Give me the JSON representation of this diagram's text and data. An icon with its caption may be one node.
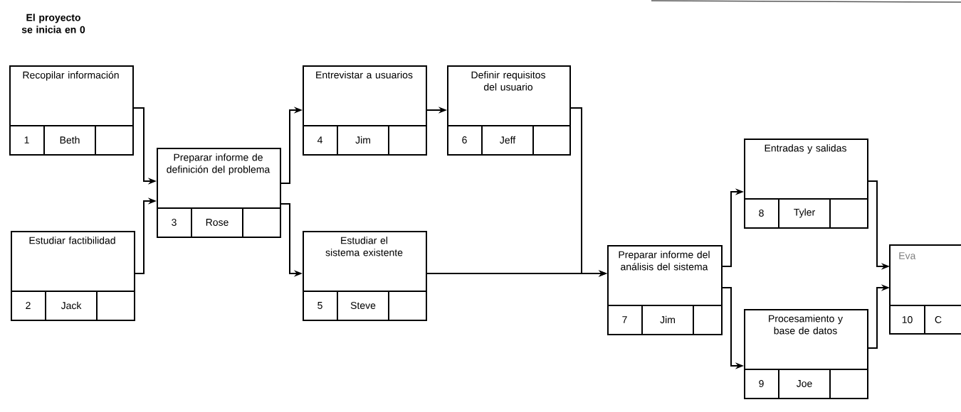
{
  "diagram": {
    "nodes": [
      {
        "text": [
          "Recopilar información",
          "1",
          "Beth"
        ]
      },
      {
        "text": [
          "Estudiar factibilidad",
          "2",
          "Jack"
        ]
      },
      {
        "text": [
          "Preparar informe de definición del problema",
          "3",
          "Rose"
        ]
      },
      {
        "text": [
          "Entrevistar a usuarios",
          "4",
          "Jim"
        ]
      },
      {
        "text": [
          "Estudiar el sistema existente",
          "5",
          "Steve"
        ]
      },
      {
        "text": [
          "Definir requisitos del usuario",
          "6",
          "Jeff"
        ]
      },
      {
        "text": [
          "Preparar informe del análisis del sistema",
          "7",
          "Jim"
        ]
      },
      {
        "text": [
          "Entradas y salidas",
          "8",
          "Tyler"
        ]
      },
      {
        "text": [
          "Procesamiento y base de datos",
          "9",
          "Joe"
        ]
      },
      {
        "text": [
          "Eva",
          "10",
          "C"
        ]
      }
    ],
    "edges": [
      {
        "from": 0,
        "to": 2,
        "arrow": "to"
      },
      {
        "from": 1,
        "to": 2,
        "arrow": "to"
      },
      {
        "from": 2,
        "to": 3,
        "arrow": "to"
      },
      {
        "from": 2,
        "to": 4,
        "arrow": "to"
      },
      {
        "from": 3,
        "to": 5,
        "arrow": "to"
      },
      {
        "from": 5,
        "to": 6,
        "arrow": "to"
      },
      {
        "from": 4,
        "to": 6,
        "arrow": "to"
      },
      {
        "from": 6,
        "to": 7,
        "arrow": "to"
      },
      {
        "from": 6,
        "to": 8,
        "arrow": "to"
      },
      {
        "from": 7,
        "to": 9,
        "arrow": "to"
      },
      {
        "from": 8,
        "to": 9,
        "arrow": "to"
      }
    ],
    "labels": [
      "El proyecto se inicia en 0"
    ]
  }
}
